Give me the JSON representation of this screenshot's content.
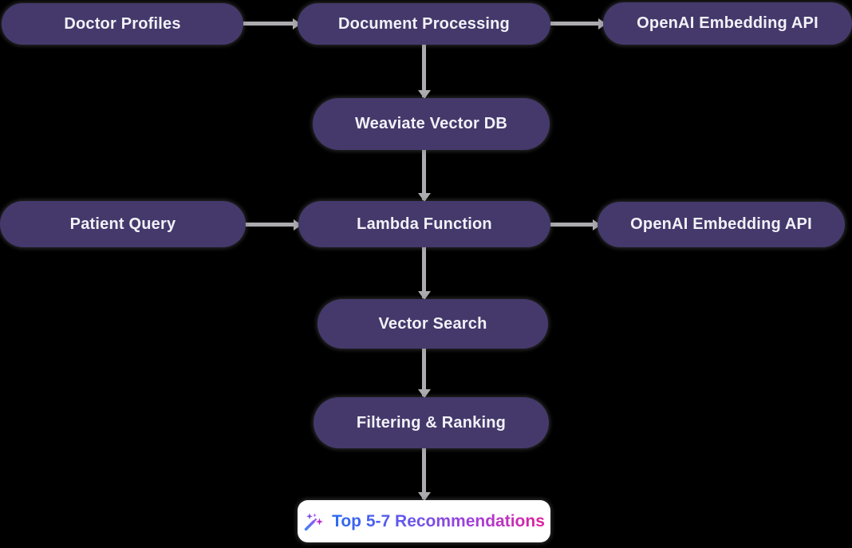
{
  "diagram": {
    "type": "flowchart",
    "background_color": "#000000",
    "node_fill_color": "#45396B",
    "node_text_color": "#F2F1F8",
    "connector_color": "#ACABAF",
    "result_box_color": "#FFFFFF",
    "result_text_gradient": [
      "#2A6AF2",
      "#6A55EA",
      "#A63ED6",
      "#E0219E"
    ],
    "nodes": [
      {
        "id": "doctor-profiles",
        "label": "Doctor Profiles"
      },
      {
        "id": "document-processing",
        "label": "Document Processing"
      },
      {
        "id": "openai-embedding-api-top",
        "label": "OpenAI Embedding API"
      },
      {
        "id": "weaviate-vector-db",
        "label": "Weaviate Vector DB"
      },
      {
        "id": "patient-query",
        "label": "Patient Query"
      },
      {
        "id": "lambda-function",
        "label": "Lambda Function"
      },
      {
        "id": "openai-embedding-api-mid",
        "label": "OpenAI Embedding API"
      },
      {
        "id": "vector-search",
        "label": "Vector Search"
      },
      {
        "id": "filtering-ranking",
        "label": "Filtering & Ranking"
      },
      {
        "id": "recommendations",
        "label": "Top 5-7 Recommendations",
        "icon": "wand-sparkles-icon"
      }
    ],
    "edges": [
      {
        "from": "Doctor Profiles",
        "to": "Document Processing"
      },
      {
        "from": "Document Processing",
        "to": "OpenAI Embedding API"
      },
      {
        "from": "Document Processing",
        "to": "Weaviate Vector DB"
      },
      {
        "from": "Weaviate Vector DB",
        "to": "Lambda Function"
      },
      {
        "from": "Patient Query",
        "to": "Lambda Function"
      },
      {
        "from": "Lambda Function",
        "to": "OpenAI Embedding API"
      },
      {
        "from": "Lambda Function",
        "to": "Vector Search"
      },
      {
        "from": "Vector Search",
        "to": "Filtering & Ranking"
      },
      {
        "from": "Filtering & Ranking",
        "to": "Top 5-7 Recommendations"
      }
    ]
  }
}
